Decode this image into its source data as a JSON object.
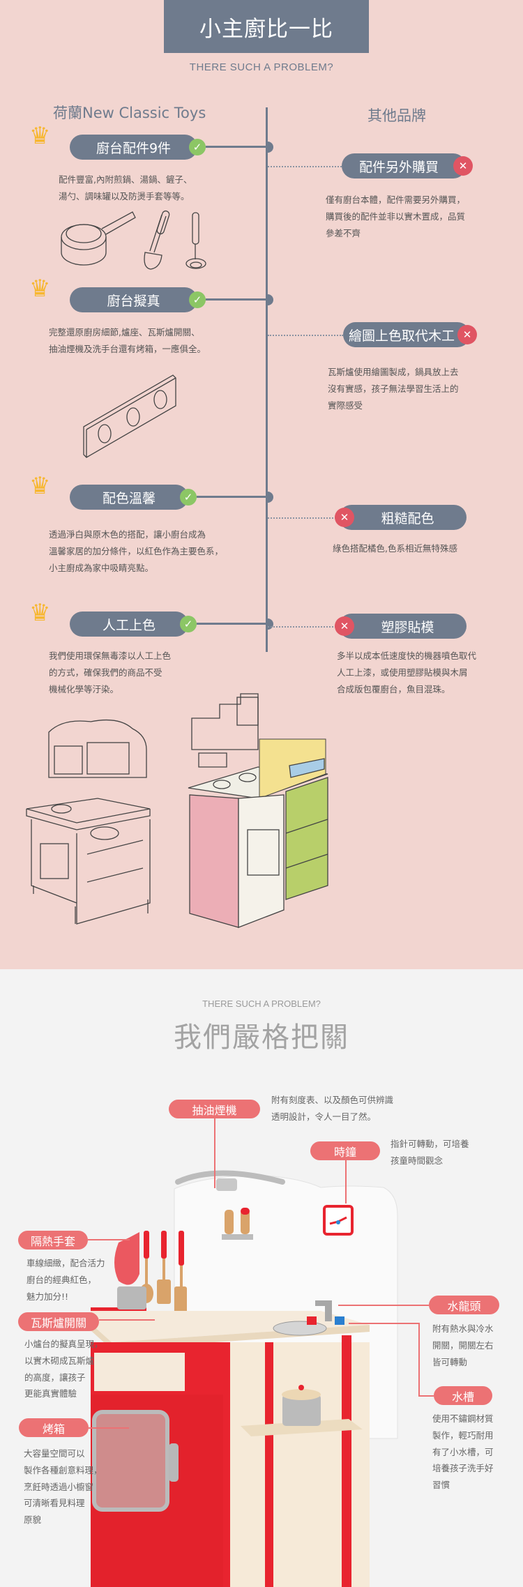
{
  "header": {
    "title": "小主廚比一比",
    "subtitle": "THERE SUCH A PROBLEM?"
  },
  "compare": {
    "left_heading": "荷蘭New Classic Toys",
    "right_heading": "其他品牌",
    "left_items": [
      {
        "label": "廚台配件9件",
        "icon": "check-icon",
        "desc": [
          "配件豐富,內附煎鍋、湯鍋、鏟子、",
          "湯勺、調味罐以及防燙手套等等。"
        ]
      },
      {
        "label": "廚台擬真",
        "icon": "check-icon",
        "desc": [
          "完整還原廚房細節,爐座、瓦斯爐開關、",
          "抽油煙機及洗手台還有烤箱，一應俱全。"
        ]
      },
      {
        "label": "配色溫馨",
        "icon": "check-icon",
        "desc": [
          "透過淨白與原木色的搭配，讓小廚台成為",
          "溫馨家居的加分條件，以紅色作為主要色系，",
          "小主廚成為家中吸睛亮點。"
        ]
      },
      {
        "label": "人工上色",
        "icon": "check-icon",
        "desc": [
          "我們使用環保無毒漆以人工上色",
          "的方式，確保我們的商品不受",
          "機械化學等汙染。"
        ]
      }
    ],
    "right_items": [
      {
        "label": "配件另外購買",
        "icon": "x-icon",
        "desc": [
          "僅有廚台本體，配件需要另外購買，",
          "購買後的配件並非以實木置成，品質",
          "參差不齊"
        ]
      },
      {
        "label": "繪圖上色取代木工",
        "icon": "x-icon",
        "desc": [
          "瓦斯爐使用繪圖製成，鍋具放上去",
          "沒有實感，孩子無法學習生活上的",
          "實際感受"
        ]
      },
      {
        "label": "粗糙配色",
        "icon": "x-icon",
        "desc": [
          "綠色搭配橘色,色系相近無特殊感"
        ]
      },
      {
        "label": "塑膠貼模",
        "icon": "x-icon",
        "desc": [
          "多半以成本低速度快的機器噴色取代",
          "人工上漆，或使用塑膠貼模與木屑",
          "合成版包覆廚台，魚目混珠。"
        ]
      }
    ]
  },
  "section2": {
    "subtitle": "THERE SUCH A PROBLEM?",
    "title": "我們嚴格把關",
    "callouts": [
      {
        "label": "抽油煙機",
        "desc": [
          "附有刻度表、以及顏色可供辨識",
          "透明設計，令人一目了然。"
        ]
      },
      {
        "label": "時鐘",
        "desc": [
          "指針可轉動，可培養",
          "孩童時間觀念"
        ]
      },
      {
        "label": "隔熱手套",
        "desc": [
          "車線細緻，配合活力",
          "廚台的經典紅色，",
          "魅力加分!!"
        ]
      },
      {
        "label": "瓦斯爐開關",
        "desc": [
          "小爐台的擬真呈現，",
          "以實木砌成瓦斯爐",
          "的高度，讓孩子",
          "更能真實體驗"
        ]
      },
      {
        "label": "烤箱",
        "desc": [
          "大容量空間可以",
          "製作各種創意料理，",
          "烹飪時透過小櫥窗",
          "可清晰看見料理",
          "原貌"
        ]
      },
      {
        "label": "水龍頭",
        "desc": [
          "附有熱水與冷水",
          "開關，開關左右",
          "皆可轉動"
        ]
      },
      {
        "label": "水槽",
        "desc": [
          "使用不鏽鋼材質",
          "製作，輕巧耐用",
          "有了小水槽，可",
          "培養孩子洗手好",
          "習慣"
        ]
      }
    ]
  },
  "colors": {
    "pink_bg": "#f2d5d0",
    "slate": "#6f7b8d",
    "check_green": "#8cc665",
    "x_red": "#e05563",
    "coral": "#ec7274",
    "kitchen_red": "#e8242f"
  }
}
